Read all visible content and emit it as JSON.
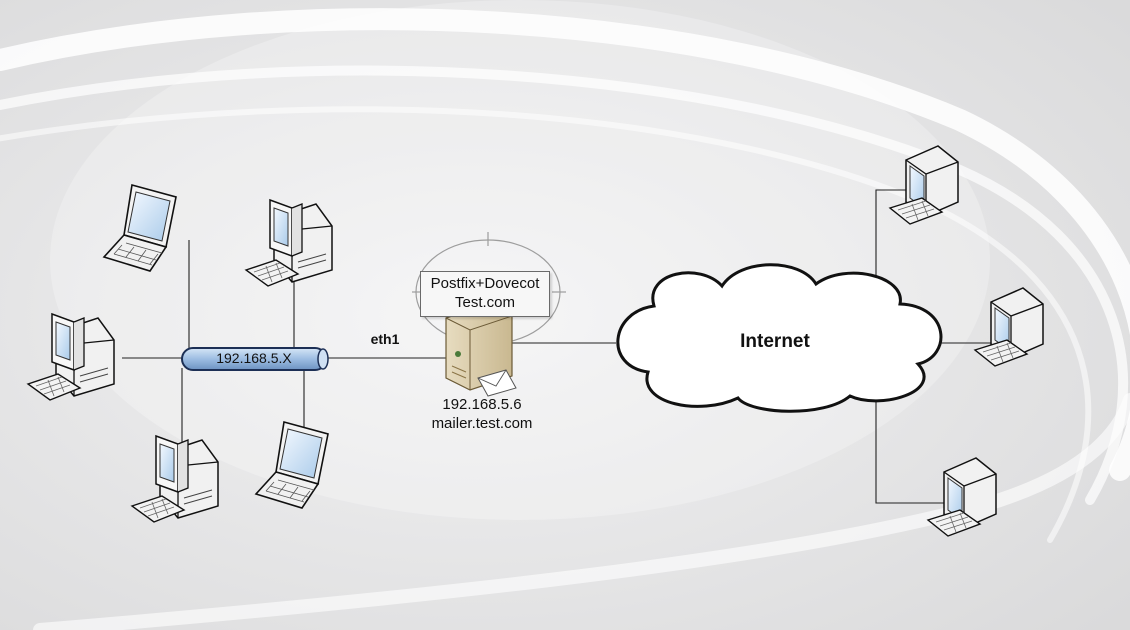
{
  "diagram": {
    "lan": {
      "bus_label": "192.168.5.X",
      "interface_label": "eth1"
    },
    "server": {
      "name": "Postfix+Dovecot",
      "host": "Test.com",
      "ip": "192.168.5.6",
      "fqdn": "mailer.test.com"
    },
    "cloud": {
      "label": "Internet"
    }
  },
  "colors": {
    "background": "#e9e9ea",
    "bus_fill": "#aac6e6",
    "bus_stroke": "#1c2f55",
    "monitor_screen": "#cfe3f5",
    "cloud_fill": "#ffffff",
    "link_line": "#222222"
  },
  "icons": [
    "laptop-icon",
    "desktop-computer-icon",
    "server-icon",
    "cloud-icon"
  ]
}
